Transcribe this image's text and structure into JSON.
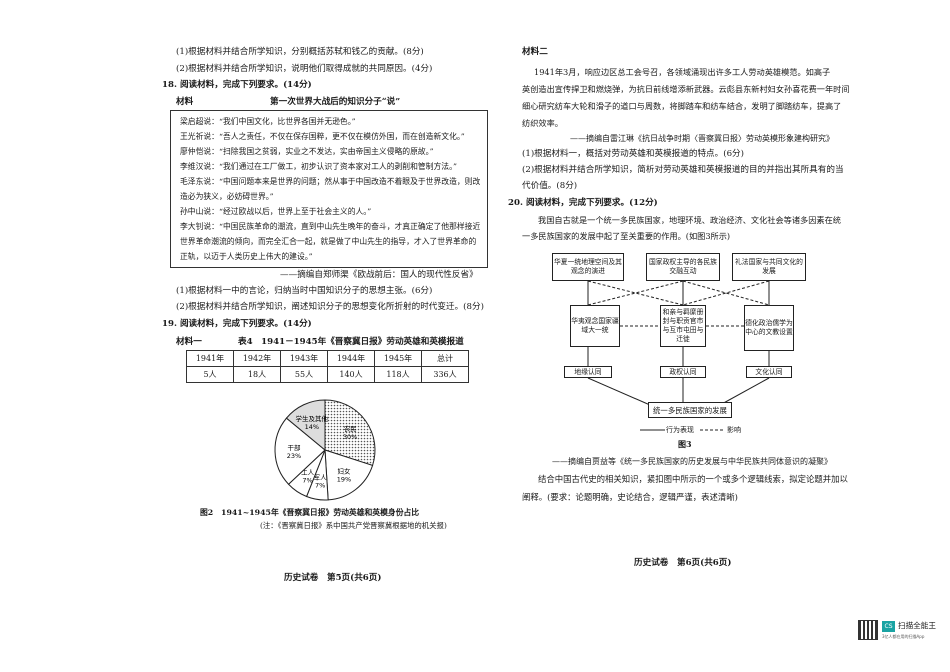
{
  "left": {
    "lines": [
      "(1)根据材料并结合所学知识，分别概括苏轼和钱乙的贡献。(8分)",
      "(2)根据材料并结合所学知识，说明他们取得成就的共同原因。(4分)",
      "18. 阅读材料，完成下列要求。(14分)",
      "材料",
      "第一次世界大战后的知识分子“说”"
    ],
    "quotes": [
      "梁启超说：“我们中国文化，比世界各国并无逊色。”",
      "王光祈说：“吾人之责任，不仅在保存国粹，更不仅在模仿外国，而在创造新文化。”",
      "廖仲恺说：“扫除我国之贫弱，实业之不发达，实由帝国主义侵略的原故。”",
      "李维汉说：“我们通过在工厂做工，初步认识了资本家对工人的剥削和管制方法。”",
      "毛泽东说：“中国问题本来是世界的问题；然从事于中国改造不着眼及于世界改造，则改",
      "造必为狭义，必妨碍世界。”",
      "孙中山说：“经过欧战以后，世界上至于社会主义的人。”",
      "李大钊说：“中国民族革命的潮流，直到中山先生晚年的奋斗，才真正确定了他那样接近",
      "世界革命潮流的倾向，而完全汇合一起，就是做了中山先生的指导，才入了世界革命的",
      "正轨，以迈于人类历史上伟大的建设。”"
    ],
    "source18": "——摘编自郑师渠《欧战前后：国人的现代性反省》",
    "q18": [
      "(1)根据材料一中的言论，归纳当时中国知识分子的思想主张。(6分)",
      "(2)根据材料并结合所学知识，阐述知识分子的思想变化所折射的时代变迁。(8分)"
    ],
    "q19_title": "19. 阅读材料，完成下列要求。(14分)",
    "material1_label": "材料一",
    "table_caption": "表4　1941－1945年《晋察冀日报》劳动英雄和英模报道",
    "table": {
      "headers": [
        "1941年",
        "1942年",
        "1943年",
        "1944年",
        "1945年",
        "总计"
      ],
      "values": [
        "5人",
        "18人",
        "55人",
        "140人",
        "118人",
        "336人"
      ]
    },
    "pie": {
      "slices": [
        {
          "label": "农民",
          "pct": "30%",
          "value": 30
        },
        {
          "label": "妇女",
          "pct": "19%",
          "value": 19
        },
        {
          "label": "军人",
          "pct": "7%",
          "value": 7
        },
        {
          "label": "工人",
          "pct": "7%",
          "value": 7
        },
        {
          "label": "干部",
          "pct": "23%",
          "value": 23
        },
        {
          "label": "学生及其他",
          "pct": "14%",
          "value": 14
        }
      ],
      "caption": "图2　1941~1945年《晋察冀日报》劳动英雄和英模身份占比",
      "note": "(注：《晋察冀日报》系中国共产党晋察冀根据地的机关报)"
    },
    "footer": "历史试卷　第5页(共6页)"
  },
  "right": {
    "material2_label": "材料二",
    "m2_lines": [
      "1941年3月，响应边区总工会号召，各领域涌现出许多工人劳动英雄模范。如高子",
      "英创造出宣传捍卫和燃烧弹，为抗日前线增添新武器。云彪县东新村妇女孙喜花费一年时间",
      "细心研究纺车大轮和滑子的道口与周数，将脚踏车和纺车结合，发明了脚踏纺车，提高了",
      "纺织效率。"
    ],
    "source19": "——摘编自雷江琳《抗日战争时期〈晋察冀日报〉劳动英模形象建构研究》",
    "q19": [
      "(1)根据材料一，概括对劳动英雄和英模报道的特点。(6分)",
      "(2)根据材料并结合所学知识，简析对劳动英雄和英模报道的目的并指出其所具有的当",
      "代价值。(8分)"
    ],
    "q20_title": "20. 阅读材料，完成下列要求。(12分)",
    "q20_lines": [
      "我国自古就是一个统一多民族国家，地理环境、政治经济、文化社会等诸多因素在统",
      "一多民族国家的发展中起了至关重要的作用。(如图3所示)"
    ],
    "diagram": {
      "top": [
        "华夏一统地理空间及其观念的演进",
        "国家政权主导的各民族交融互动",
        "礼法国家与共同文化的发展"
      ],
      "mid": [
        "华夷观念国家疆域大一统",
        "和亲与羁縻册封与职贡官市与互市屯田与迁徙",
        "德化政治儒学为中心的文教设置"
      ],
      "bottom": [
        "地缘认同",
        "政权认同",
        "文化认同"
      ],
      "final": "统一多民族国家的发展",
      "legend_solid": "行为表现",
      "legend_dash": "影响",
      "caption": "图3"
    },
    "source20": "——摘编自贾益等《统一多民族国家的历史发展与中华民族共同体意识的凝聚》",
    "q20_req": [
      "结合中国古代史的相关知识，紧扣图中所示的一个或多个逻辑线索，拟定论题并加以",
      "阐释。(要求：论题明确，史论结合，逻辑严谨，表述清晰)"
    ],
    "footer": "历史试卷　第6页(共6页)"
  },
  "watermark": {
    "badge": "CS",
    "name": "扫描全能王",
    "sub": "3亿人都在用的扫描App"
  }
}
